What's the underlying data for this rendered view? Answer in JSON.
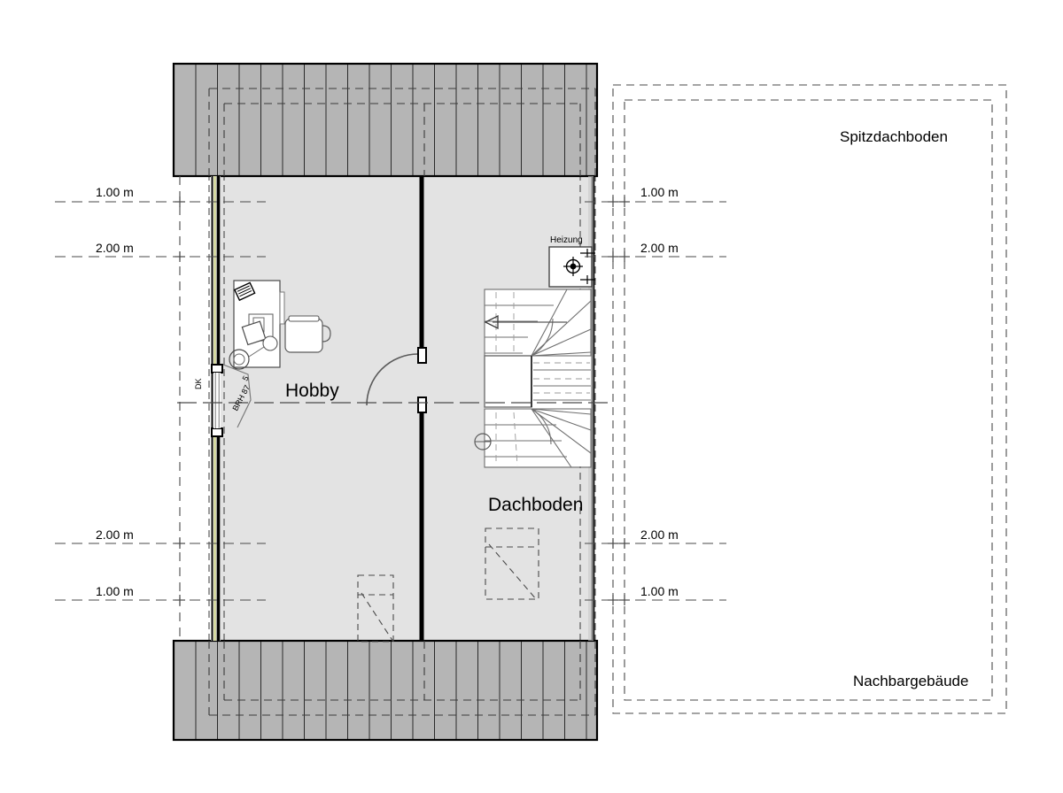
{
  "drawing": {
    "type": "architectural-floor-plan",
    "title_visible": false,
    "style": "attic-storey-plan",
    "colors": {
      "roof_fill": "#b5b5b5",
      "room_fill": "#e3e3e3",
      "wall_stroke": "#000000",
      "dashed_stroke": "#4a4a4a",
      "window_accent": "#d8dc9a",
      "stair_stroke": "#6f6f6f",
      "background": "#ffffff"
    }
  },
  "rooms": [
    {
      "id": "hobby",
      "label": "Hobby"
    },
    {
      "id": "dachboden",
      "label": "Dachboden"
    }
  ],
  "annotations": {
    "spitzdachboden": "Spitzdachboden",
    "nachbargebaeude": "Nachbargebäude",
    "heizung": "Heizung",
    "dk": "DK",
    "brh_main": "BRH 87",
    "brh_sup": "5"
  },
  "dimension_labels": {
    "left": [
      {
        "id": "left-upper-1m",
        "text": "1.00 m"
      },
      {
        "id": "left-upper-2m",
        "text": "2.00 m"
      },
      {
        "id": "left-lower-2m",
        "text": "2.00 m"
      },
      {
        "id": "left-lower-1m",
        "text": "1.00 m"
      }
    ],
    "right": [
      {
        "id": "right-upper-1m",
        "text": "1.00 m"
      },
      {
        "id": "right-upper-2m",
        "text": "2.00 m"
      },
      {
        "id": "right-lower-2m",
        "text": "2.00 m"
      },
      {
        "id": "right-lower-1m",
        "text": "1.00 m"
      }
    ]
  },
  "elements": {
    "stair": {
      "name": "winder-staircase",
      "direction_arrow": "up-left"
    },
    "door": {
      "name": "interior-door",
      "swing": "90-degree-arc"
    },
    "window": {
      "name": "left-wall-window",
      "sill_height_cm": "87.5"
    },
    "furniture": [
      {
        "name": "desk",
        "label": ""
      },
      {
        "name": "office-chair",
        "label": ""
      },
      {
        "name": "monitor",
        "label": ""
      },
      {
        "name": "keyboard",
        "label": ""
      }
    ],
    "skylights": [
      {
        "name": "skylight-hobby-lower"
      },
      {
        "name": "skylight-dachboden-lower"
      }
    ]
  }
}
